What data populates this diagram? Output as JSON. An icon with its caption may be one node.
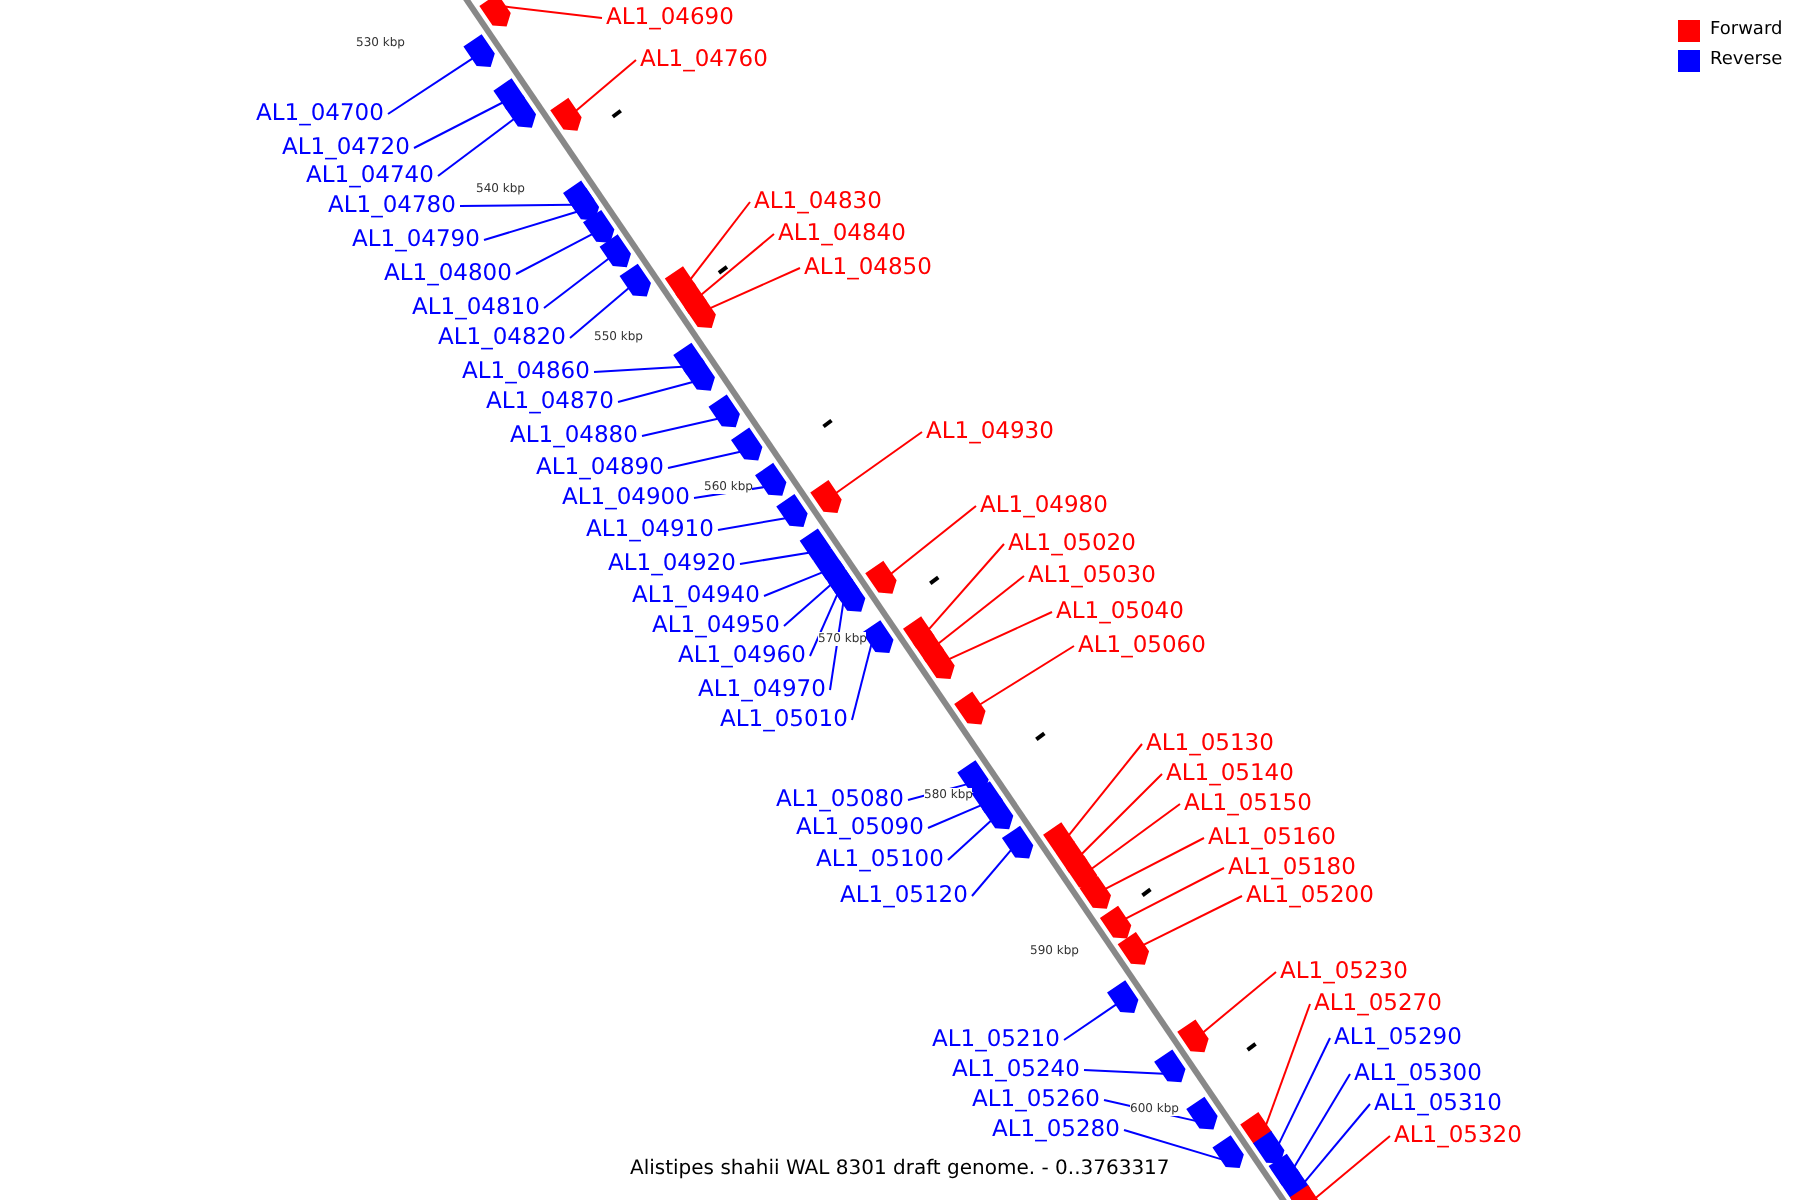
{
  "diagram": {
    "caption": "Alistipes shahii WAL 8301 draft genome. - 0..3763317",
    "nodes": [
      {
        "text": [
          "AL1_04690"
        ]
      },
      {
        "text": [
          "AL1_04760"
        ]
      },
      {
        "text": [
          "AL1_04700"
        ]
      },
      {
        "text": [
          "AL1_04720"
        ]
      },
      {
        "text": [
          "AL1_04740"
        ]
      },
      {
        "text": [
          "AL1_04830"
        ]
      },
      {
        "text": [
          "AL1_04780"
        ]
      },
      {
        "text": [
          "AL1_04840"
        ]
      },
      {
        "text": [
          "AL1_04790"
        ]
      },
      {
        "text": [
          "AL1_04850"
        ]
      },
      {
        "text": [
          "AL1_04800"
        ]
      },
      {
        "text": [
          "AL1_04810"
        ]
      },
      {
        "text": [
          "AL1_04820"
        ]
      },
      {
        "text": [
          "AL1_04860"
        ]
      },
      {
        "text": [
          "AL1_04870"
        ]
      },
      {
        "text": [
          "AL1_04930"
        ]
      },
      {
        "text": [
          "AL1_04880"
        ]
      },
      {
        "text": [
          "AL1_04890"
        ]
      },
      {
        "text": [
          "AL1_04900"
        ]
      },
      {
        "text": [
          "AL1_04980"
        ]
      },
      {
        "text": [
          "AL1_04910"
        ]
      },
      {
        "text": [
          "AL1_05020"
        ]
      },
      {
        "text": [
          "AL1_04920"
        ]
      },
      {
        "text": [
          "AL1_05030"
        ]
      },
      {
        "text": [
          "AL1_04940"
        ]
      },
      {
        "text": [
          "AL1_05040"
        ]
      },
      {
        "text": [
          "AL1_04950"
        ]
      },
      {
        "text": [
          "AL1_05060"
        ]
      },
      {
        "text": [
          "AL1_04960"
        ]
      },
      {
        "text": [
          "AL1_04970"
        ]
      },
      {
        "text": [
          "AL1_05010"
        ]
      },
      {
        "text": [
          "AL1_05130"
        ]
      },
      {
        "text": [
          "AL1_05140"
        ]
      },
      {
        "text": [
          "AL1_05080"
        ]
      },
      {
        "text": [
          "AL1_05150"
        ]
      },
      {
        "text": [
          "AL1_05090"
        ]
      },
      {
        "text": [
          "AL1_05160"
        ]
      },
      {
        "text": [
          "AL1_05100"
        ]
      },
      {
        "text": [
          "AL1_05180"
        ]
      },
      {
        "text": [
          "AL1_05120"
        ]
      },
      {
        "text": [
          "AL1_05200"
        ]
      },
      {
        "text": [
          "AL1_05230"
        ]
      },
      {
        "text": [
          "AL1_05270"
        ]
      },
      {
        "text": [
          "AL1_05290"
        ]
      },
      {
        "text": [
          "AL1_05210"
        ]
      },
      {
        "text": [
          "AL1_05240"
        ]
      },
      {
        "text": [
          "AL1_05300"
        ]
      },
      {
        "text": [
          "AL1_05310"
        ]
      },
      {
        "text": [
          "AL1_05260"
        ]
      },
      {
        "text": [
          "AL1_05320"
        ]
      },
      {
        "text": [
          "AL1_05280"
        ]
      },
      {
        "text": [],
        "shape": "bar"
      },
      {
        "text": [],
        "shape": "bar"
      },
      {
        "text": [],
        "shape": "bar"
      },
      {
        "text": [],
        "shape": "bar"
      },
      {
        "text": [],
        "shape": "bar"
      },
      {
        "text": [],
        "shape": "bar"
      },
      {
        "text": [],
        "shape": "bar"
      },
      {
        "text": [],
        "shape": "bar"
      },
      {
        "text": [],
        "shape": "bar"
      },
      {
        "text": [],
        "shape": "bar"
      },
      {
        "text": [],
        "shape": "bar"
      },
      {
        "text": [],
        "shape": "bar"
      },
      {
        "text": [],
        "shape": "bar"
      },
      {
        "text": [],
        "shape": "bar"
      },
      {
        "text": [],
        "shape": "bar"
      },
      {
        "text": [],
        "shape": "bar"
      },
      {
        "text": [],
        "shape": "bar"
      },
      {
        "text": [],
        "shape": "bar"
      },
      {
        "text": [],
        "shape": "bar"
      },
      {
        "text": [],
        "shape": "bar"
      },
      {
        "text": [],
        "shape": "bar"
      },
      {
        "text": [],
        "shape": "bar"
      },
      {
        "text": [],
        "shape": "bar"
      },
      {
        "text": [],
        "shape": "bar"
      },
      {
        "text": [],
        "shape": "bar"
      },
      {
        "text": [],
        "shape": "bar"
      },
      {
        "text": [],
        "shape": "bar"
      },
      {
        "text": [],
        "shape": "bar"
      },
      {
        "text": [],
        "shape": "bar"
      },
      {
        "text": [],
        "shape": "bar"
      },
      {
        "text": [],
        "shape": "bar"
      },
      {
        "text": [],
        "shape": "bar"
      },
      {
        "text": [],
        "shape": "bar"
      },
      {
        "text": [],
        "shape": "bar"
      },
      {
        "text": [],
        "shape": "bar"
      },
      {
        "text": [],
        "shape": "bar"
      },
      {
        "text": [],
        "shape": "bar"
      },
      {
        "text": [],
        "shape": "bar"
      },
      {
        "text": [],
        "shape": "bar"
      },
      {
        "text": [],
        "shape": "bar"
      },
      {
        "text": [],
        "shape": "bar"
      },
      {
        "text": [],
        "shape": "bar"
      },
      {
        "text": [],
        "shape": "bar"
      },
      {
        "text": [],
        "shape": "bar"
      },
      {
        "text": [],
        "shape": "bar"
      },
      {
        "text": [],
        "shape": "bar"
      },
      {
        "text": [],
        "shape": "bar"
      },
      {
        "text": [],
        "shape": "bar"
      },
      {
        "text": [],
        "shape": "bar"
      },
      {
        "text": [],
        "shape": "bar"
      },
      {
        "text": [],
        "shape": "bar"
      }
    ],
    "edges": [
      {
        "from": 0,
        "to": 51,
        "arrow": "none",
        "color": "#ff0000"
      },
      {
        "from": 1,
        "to": 52,
        "arrow": "none",
        "color": "#ff0000"
      },
      {
        "from": 2,
        "to": 53,
        "arrow": "none"
      },
      {
        "from": 3,
        "to": 54,
        "arrow": "none"
      },
      {
        "from": 4,
        "to": 55,
        "arrow": "none"
      },
      {
        "from": 5,
        "to": 56,
        "arrow": "none",
        "color": "#ff0000"
      },
      {
        "from": 6,
        "to": 57,
        "arrow": "none"
      },
      {
        "from": 7,
        "to": 58,
        "arrow": "none",
        "color": "#ff0000"
      },
      {
        "from": 8,
        "to": 59,
        "arrow": "none"
      },
      {
        "from": 9,
        "to": 60,
        "arrow": "none",
        "color": "#ff0000"
      },
      {
        "from": 10,
        "to": 61,
        "arrow": "none"
      },
      {
        "from": 11,
        "to": 62,
        "arrow": "none"
      },
      {
        "from": 12,
        "to": 63,
        "arrow": "none"
      },
      {
        "from": 13,
        "to": 64,
        "arrow": "none"
      },
      {
        "from": 14,
        "to": 65,
        "arrow": "none"
      },
      {
        "from": 15,
        "to": 66,
        "arrow": "none",
        "color": "#ff0000"
      },
      {
        "from": 16,
        "to": 67,
        "arrow": "none"
      },
      {
        "from": 17,
        "to": 68,
        "arrow": "none"
      },
      {
        "from": 18,
        "to": 69,
        "arrow": "none"
      },
      {
        "from": 19,
        "to": 70,
        "arrow": "none",
        "color": "#ff0000"
      },
      {
        "from": 20,
        "to": 71,
        "arrow": "none"
      },
      {
        "from": 21,
        "to": 72,
        "arrow": "none",
        "color": "#ff0000"
      },
      {
        "from": 22,
        "to": 73,
        "arrow": "none"
      },
      {
        "from": 23,
        "to": 74,
        "arrow": "none",
        "color": "#ff0000"
      },
      {
        "from": 24,
        "to": 75,
        "arrow": "none"
      },
      {
        "from": 25,
        "to": 76,
        "arrow": "none",
        "color": "#ff0000"
      },
      {
        "from": 26,
        "to": 77,
        "arrow": "none"
      },
      {
        "from": 27,
        "to": 78,
        "arrow": "none",
        "color": "#ff0000"
      },
      {
        "from": 28,
        "to": 79,
        "arrow": "none"
      },
      {
        "from": 29,
        "to": 80,
        "arrow": "none"
      },
      {
        "from": 30,
        "to": 81,
        "arrow": "none"
      },
      {
        "from": 31,
        "to": 82,
        "arrow": "none",
        "color": "#ff0000"
      },
      {
        "from": 32,
        "to": 83,
        "arrow": "none",
        "color": "#ff0000"
      },
      {
        "from": 33,
        "to": 84,
        "arrow": "none"
      },
      {
        "from": 34,
        "to": 85,
        "arrow": "none",
        "color": "#ff0000"
      },
      {
        "from": 35,
        "to": 86,
        "arrow": "none"
      },
      {
        "from": 36,
        "to": 87,
        "arrow": "none",
        "color": "#ff0000"
      },
      {
        "from": 37,
        "to": 88,
        "arrow": "none"
      },
      {
        "from": 38,
        "to": 89,
        "arrow": "none",
        "color": "#ff0000"
      },
      {
        "from": 39,
        "to": 90,
        "arrow": "none"
      },
      {
        "from": 40,
        "to": 91,
        "arrow": "none",
        "color": "#ff0000"
      },
      {
        "from": 41,
        "to": 92,
        "arrow": "none",
        "color": "#ff0000"
      },
      {
        "from": 42,
        "to": 93,
        "arrow": "none",
        "color": "#ff0000"
      },
      {
        "from": 43,
        "to": 94,
        "arrow": "none"
      },
      {
        "from": 44,
        "to": 95,
        "arrow": "none"
      },
      {
        "from": 45,
        "to": 96,
        "arrow": "none"
      },
      {
        "from": 46,
        "to": 97,
        "arrow": "none"
      },
      {
        "from": 47,
        "to": 98,
        "arrow": "none"
      },
      {
        "from": 48,
        "to": 99,
        "arrow": "none"
      },
      {
        "from": 49,
        "to": 100,
        "arrow": "none",
        "color": "#ff0000"
      },
      {
        "from": 50,
        "to": 101,
        "arrow": "none"
      }
    ],
    "labels": [
      "530 kbp",
      "540 kbp",
      "550 kbp",
      "560 kbp",
      "570 kbp",
      "580 kbp",
      "590 kbp",
      "600 kbp"
    ],
    "legend": [
      {
        "text": "Forward",
        "color": "#ff0000"
      },
      {
        "text": "Reverse",
        "color": "#0000ff"
      }
    ]
  }
}
